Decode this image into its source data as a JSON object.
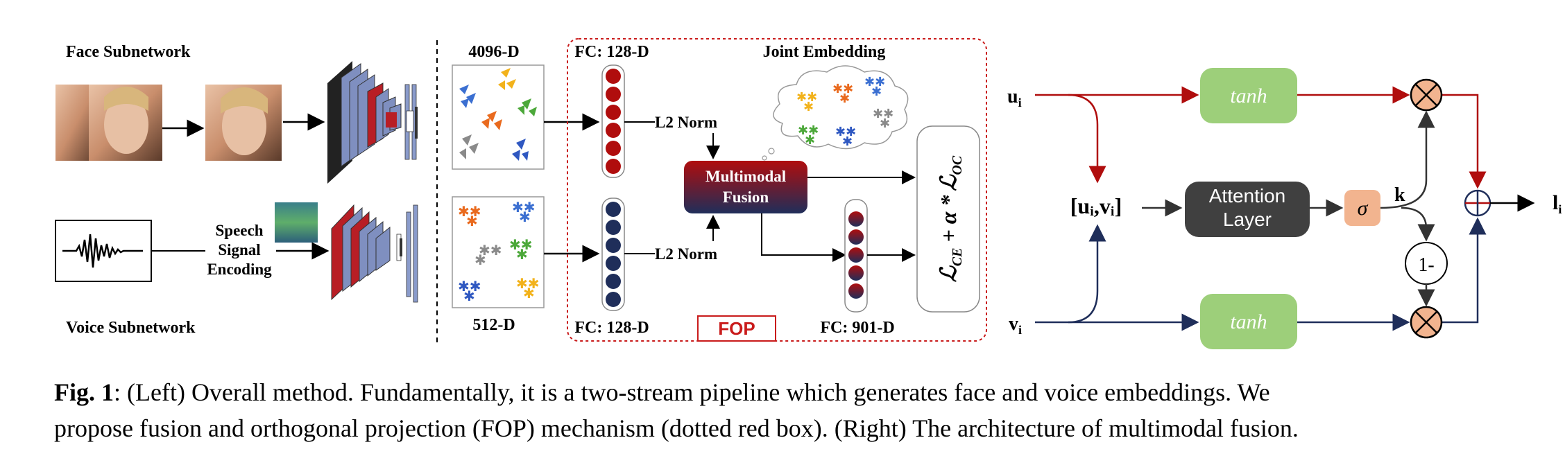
{
  "left": {
    "face_subnetwork": "Face Subnetwork",
    "voice_subnetwork": "Voice Subnetwork",
    "speech": [
      "Speech",
      "Signal",
      "Encoding"
    ],
    "dim_4096": "4096-D",
    "dim_512": "512-D",
    "fc_top": "FC: 128-D",
    "fc_bottom": "FC: 128-D",
    "joint_embedding": "Joint Embedding",
    "l2_top": "L2 Norm",
    "l2_bottom": "L2 Norm",
    "fusion_line1": "Multimodal",
    "fusion_line2": "Fusion",
    "fc_901": "FC: 901-D",
    "fop": "FOP",
    "loss": {
      "L1": "ℒ",
      "sub1": "CE",
      "mid": " + α *",
      "L2": "ℒ",
      "sub2": "OC"
    }
  },
  "right": {
    "u": "u",
    "u_sub": "i",
    "v": "v",
    "v_sub": "i",
    "concat": "[uᵢ,vᵢ]",
    "tanh_top": "tanh",
    "tanh_bottom": "tanh",
    "attention_line1": "Attention",
    "attention_line2": "Layer",
    "sigma": "σ",
    "k": "k",
    "one_minus": "1-",
    "out": "l",
    "out_sub": "i"
  },
  "caption": {
    "fig_label": "Fig. 1",
    "line1": ": (Left) Overall method.  Fundamentally, it is a two-stream pipeline which generates face and voice embeddings.  We",
    "line2": "propose fusion and orthogonal projection (FOP) mechanism (dotted red box). (Right) The architecture of multimodal fusion."
  },
  "colors": {
    "red": "#b00d0d",
    "navy": "#1f2e5a",
    "green": "#9dcf7a",
    "salmon": "#f2b48f",
    "attention": "#404040"
  }
}
